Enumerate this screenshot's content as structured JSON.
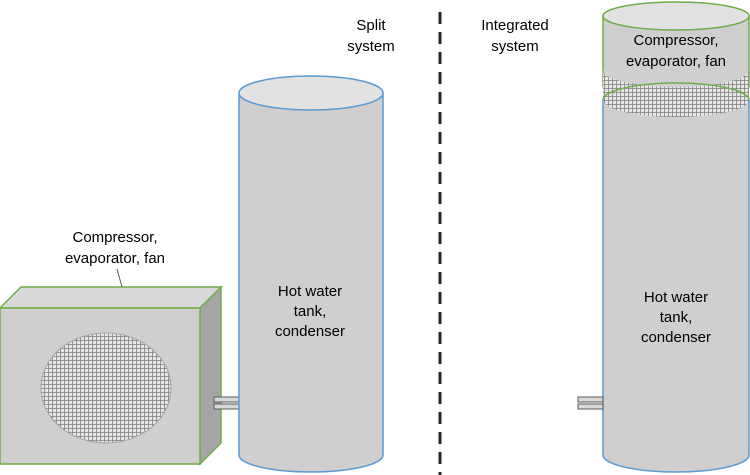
{
  "colors": {
    "body_fill": "#d0cece",
    "top_fill": "#e2e2e2",
    "side_fill": "#a6a6a6",
    "tank_outline": "#5b9bd5",
    "unit_outline": "#70ad47",
    "divider": "#262626",
    "pipe_outline": "#595959"
  },
  "split": {
    "heading_line1": "Split",
    "heading_line2": "system",
    "outdoor_unit_label_line1": "Compressor,",
    "outdoor_unit_label_line2": "evaporator, fan",
    "tank_label_line1": "Hot water",
    "tank_label_line2": "tank,",
    "tank_label_line3": "condenser"
  },
  "integrated": {
    "heading_line1": "Integrated",
    "heading_line2": "system",
    "top_unit_label_line1": "Compressor,",
    "top_unit_label_line2": "evaporator, fan",
    "tank_label_line1": "Hot water",
    "tank_label_line2": "tank,",
    "tank_label_line3": "condenser"
  }
}
